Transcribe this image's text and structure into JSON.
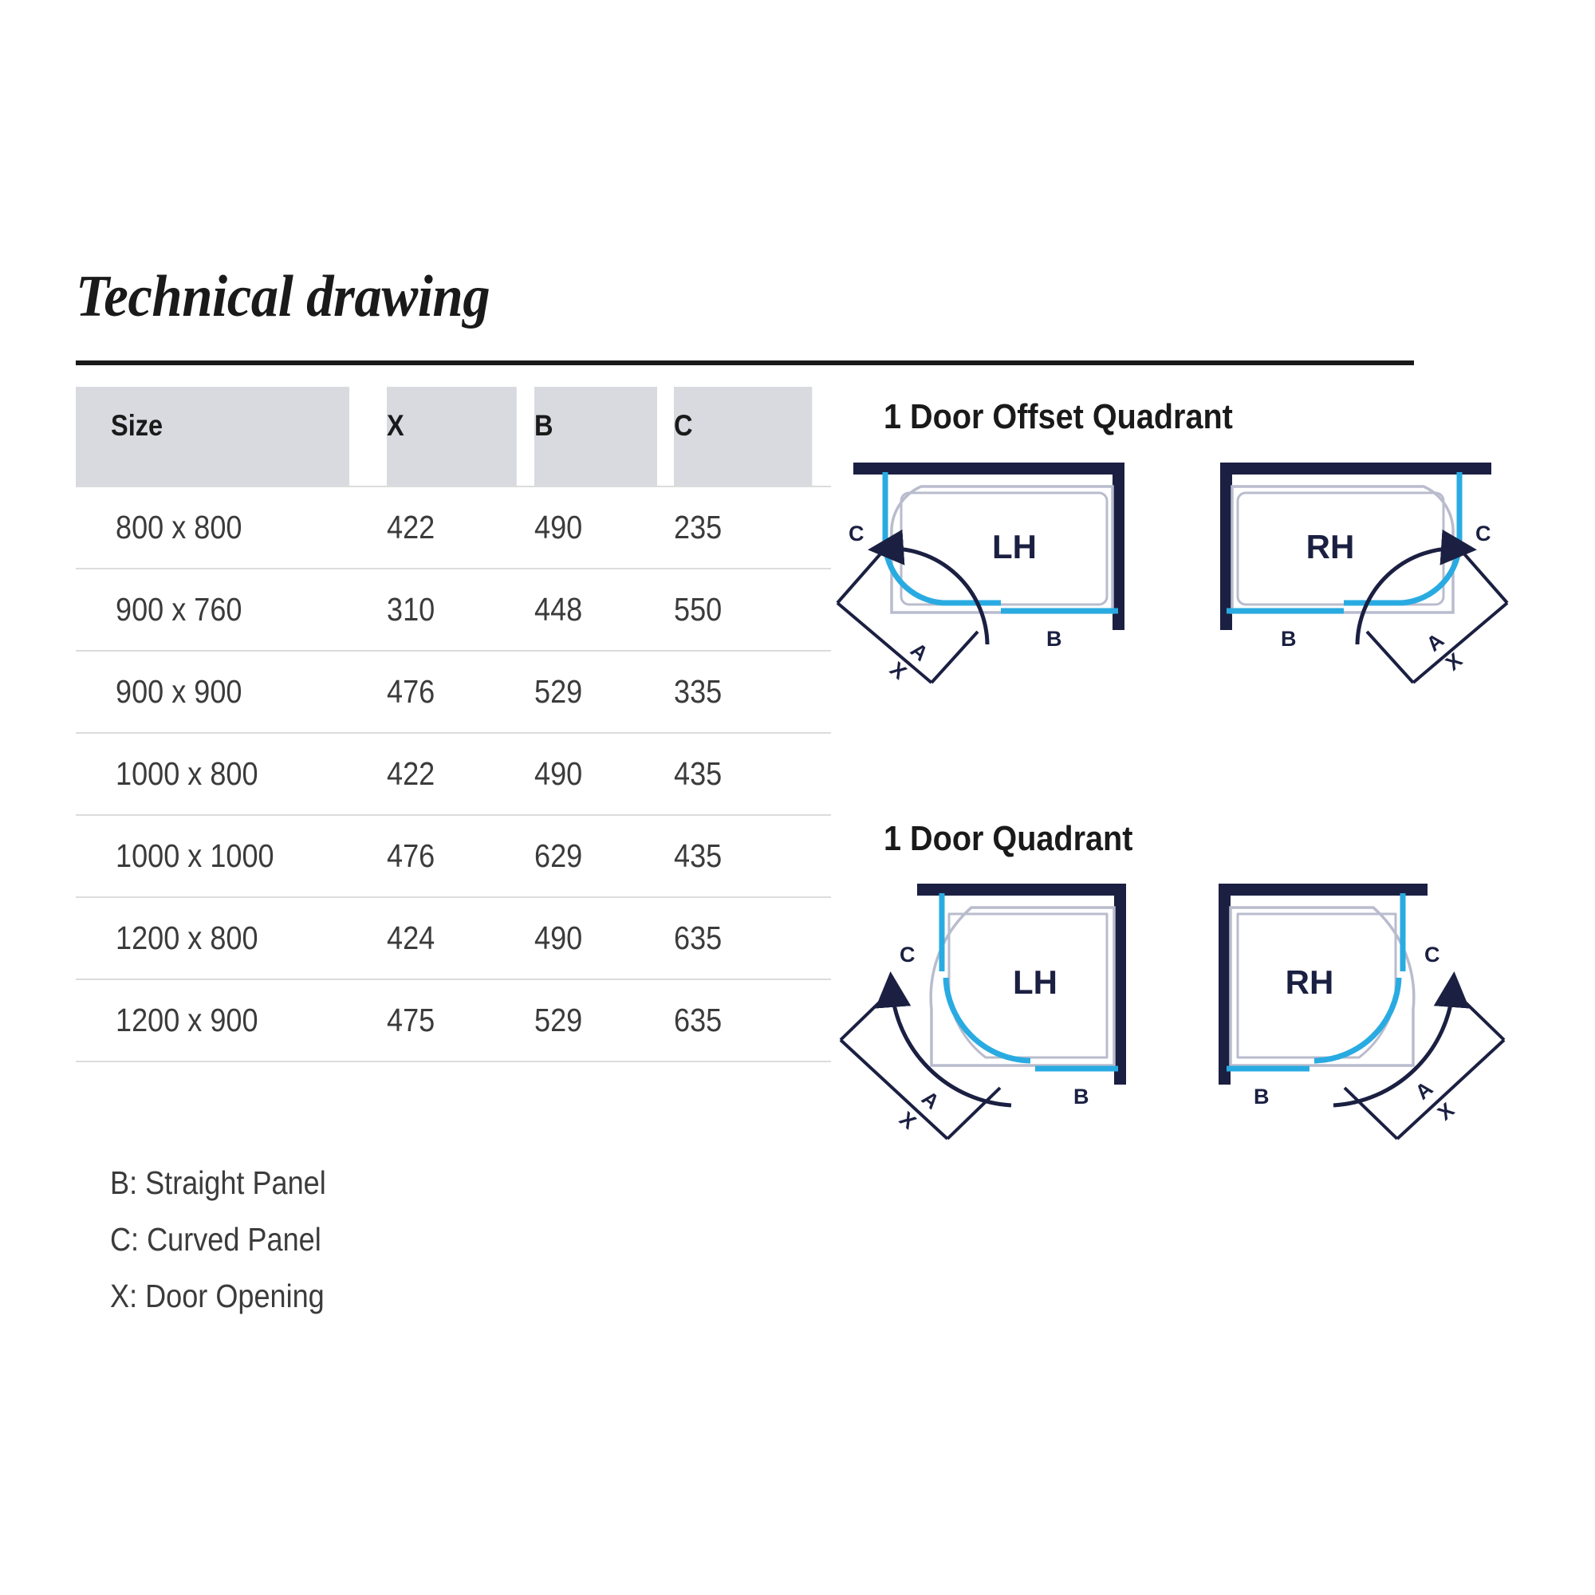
{
  "page": {
    "title": "Technical drawing",
    "background_color": "#ffffff"
  },
  "colors": {
    "wall_navy": "#1b2042",
    "panel_blue": "#29abe2",
    "tray_outline": "#b9bccd",
    "table_header_bg": "#d8dae0",
    "row_divider": "#dcdcdc",
    "text": "#3b3b3b"
  },
  "table": {
    "columns": [
      "Size",
      "X",
      "B",
      "C"
    ],
    "rows": [
      {
        "size": "800 x 800",
        "x": "422",
        "b": "490",
        "c": "235"
      },
      {
        "size": "900 x 760",
        "x": "310",
        "b": "448",
        "c": "550"
      },
      {
        "size": "900 x 900",
        "x": "476",
        "b": "529",
        "c": "335"
      },
      {
        "size": "1000 x 800",
        "x": "422",
        "b": "490",
        "c": "435"
      },
      {
        "size": "1000 x 1000",
        "x": "476",
        "b": "629",
        "c": "435"
      },
      {
        "size": "1200 x 800",
        "x": "424",
        "b": "490",
        "c": "635"
      },
      {
        "size": "1200 x 900",
        "x": "475",
        "b": "529",
        "c": "635"
      }
    ]
  },
  "legend": {
    "items": [
      "B: Straight Panel",
      "C: Curved Panel",
      "X: Door Opening"
    ]
  },
  "diagrams": [
    {
      "title": "1 Door Offset Quadrant",
      "variants": [
        {
          "hand": "LH",
          "labels": {
            "curved": "C",
            "straight": "B",
            "arc": "A",
            "opening": "X"
          }
        },
        {
          "hand": "RH",
          "labels": {
            "curved": "C",
            "straight": "B",
            "arc": "A",
            "opening": "X"
          }
        }
      ]
    },
    {
      "title": "1 Door Quadrant",
      "variants": [
        {
          "hand": "LH",
          "labels": {
            "curved": "C",
            "straight": "B",
            "arc": "A",
            "opening": "X"
          }
        },
        {
          "hand": "RH",
          "labels": {
            "curved": "C",
            "straight": "B",
            "arc": "A",
            "opening": "X"
          }
        }
      ]
    }
  ]
}
